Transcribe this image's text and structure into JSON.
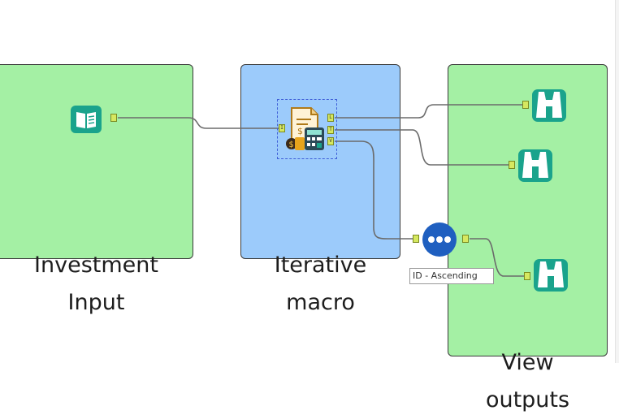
{
  "containers": {
    "input": {
      "label_line1": "Investment",
      "label_line2": "Input"
    },
    "iterative": {
      "label_line1": "Iterative",
      "label_line2": "macro"
    },
    "view": {
      "label_line1": "View",
      "label_line2": "outputs"
    }
  },
  "macro_anchors": {
    "input": "I",
    "out_l": "L",
    "out_t": "T",
    "out_v": "V"
  },
  "sort_tool": {
    "annotation": "ID - Ascending"
  },
  "colors": {
    "container_green": "#a4f0a4",
    "container_blue": "#9ccbfb",
    "browse_teal": "#1aa38c",
    "sort_blue": "#1f5fc0"
  },
  "icons": {
    "input_tool": "book-icon",
    "macro_tool": "macro-calculator-icon",
    "browse_tool": "binoculars-icon",
    "sort_tool": "sort-icon"
  }
}
